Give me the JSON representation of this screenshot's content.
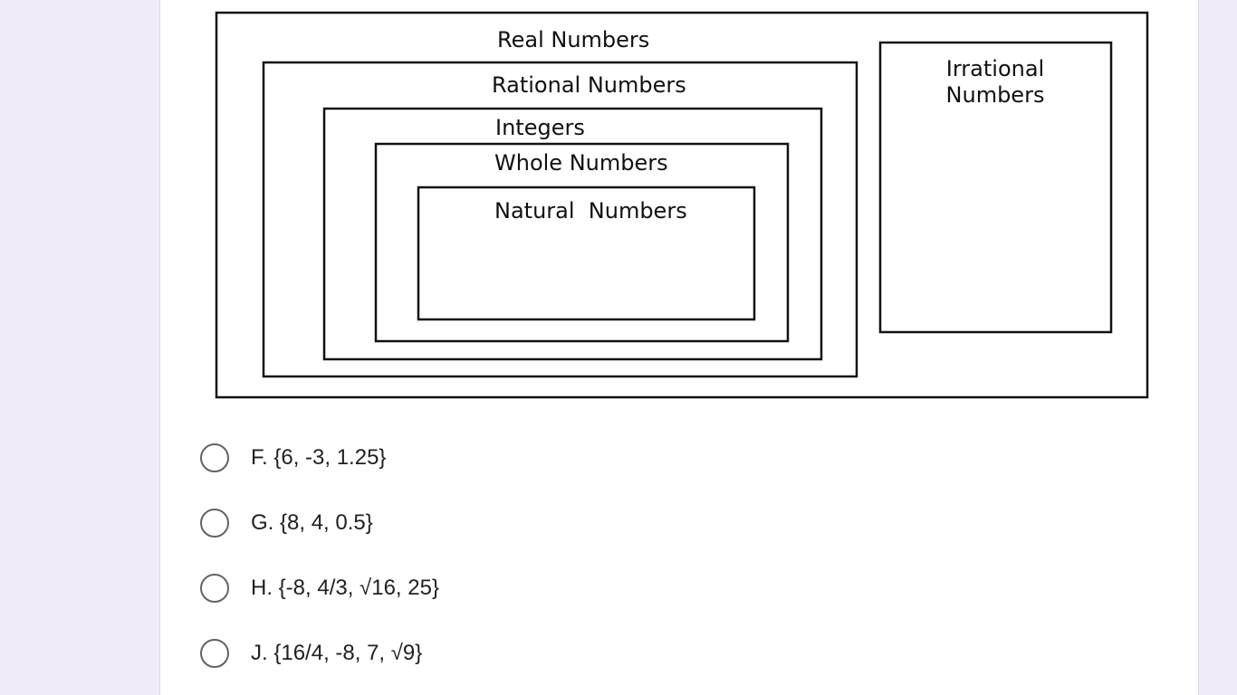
{
  "diagram": {
    "real": "Real Numbers",
    "rational": "Rational Numbers",
    "integers": "Integers",
    "whole": "Whole Numbers",
    "natural": "Natural  Numbers",
    "irrational_line1": "Irrational",
    "irrational_line2": "Numbers"
  },
  "options": [
    {
      "label": "F. {6, -3, 1.25}"
    },
    {
      "label": "G. {8, 4, 0.5}"
    },
    {
      "label": "H. {-8, 4/3, √16, 25}"
    },
    {
      "label": "J. {16/4, -8, 7, √9}"
    }
  ]
}
